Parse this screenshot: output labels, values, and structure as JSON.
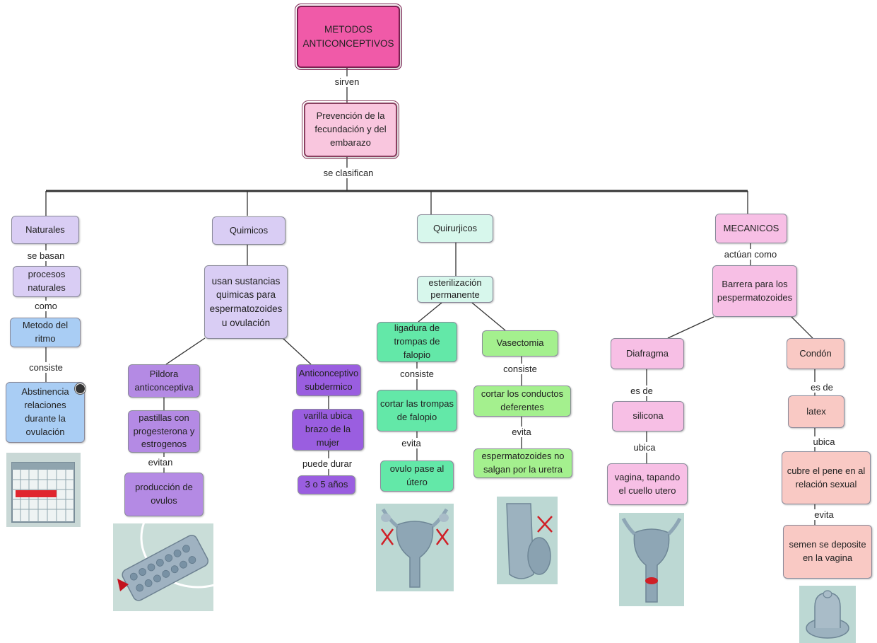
{
  "root": "METODOS ANTICONCEPTIVOS",
  "link_sirven": "sirven",
  "prevention": "Prevención de la fecundación y del embarazo",
  "link_se_clasifican": "se clasifican",
  "naturales": {
    "title": "Naturales",
    "l1": "se basan",
    "n1": "procesos naturales",
    "l2": "como",
    "n2": "Metodo del ritmo",
    "l3": "consiste",
    "n3": "Abstinencia relaciones durante la ovulación",
    "image": "calendar-icon"
  },
  "quimicos": {
    "title": "Quimicos",
    "desc": "usan sustancias quimicas para espermatozoides u ovulación",
    "pill": "Pildora anticonceptiva",
    "pill_desc": "pastillas con progesterona y estrogenos",
    "l_evitan": "evitan",
    "pill_result": "producción de ovulos",
    "implant": "Anticonceptivo subdermico",
    "implant_desc": "varilla ubica brazo de la mujer",
    "l_puede": "puede durar",
    "duration": "3 o 5 años",
    "image": "pill-pack-icon"
  },
  "quirurjicos": {
    "title": "Quirurjicos",
    "ster": "esterilización permanente",
    "lig": "ligadura de trompas de falopio",
    "l_consiste1": "consiste",
    "lig_desc": "cortar las trompas de falopio",
    "l_evita1": "evita",
    "lig_result": "ovulo pase al útero",
    "vas": "Vasectomia",
    "l_consiste2": "consiste",
    "vas_desc": "cortar los conductos deferentes",
    "l_evita2": "evita",
    "vas_result": "espermatozoides no salgan por la uretra",
    "image1": "uterus-scissors-icon",
    "image2": "vas-scissors-icon"
  },
  "mecanicos": {
    "title": "MECANICOS",
    "l_actuan": "actúan como",
    "barrier": "Barrera para los pespermatozoides",
    "diaf": "Diafragma",
    "l_esde1": "es de",
    "diaf_mat": "silicona",
    "l_ubica1": "ubica",
    "diaf_place": "vagina, tapando el cuello utero",
    "condon": "Condón",
    "l_esde2": "es de",
    "condon_mat": "latex",
    "l_ubica2": "ubica",
    "condon_place": "cubre el pene en al relación sexual",
    "l_evita": "evita",
    "condon_result": "semen se deposite en la vagina",
    "image1": "uterus-diaphragm-icon",
    "image2": "condom-icon"
  },
  "colors": {
    "root": "#f05aa8",
    "prevention": "#f9c6de",
    "naturales": "#d9cdf4",
    "quimicos": "#b48ae4",
    "quirurjicos": "#63e8a8",
    "mecanicos": "#f7bfe5",
    "blue": "#a9cdf4"
  }
}
